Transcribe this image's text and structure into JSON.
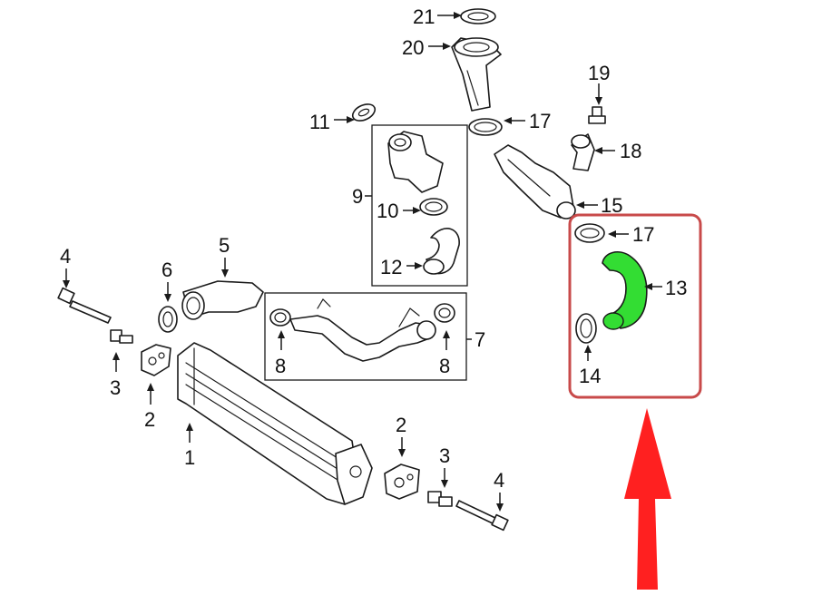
{
  "callouts": {
    "c21": "21",
    "c20": "20",
    "c19": "19",
    "c18": "18",
    "c17a": "17",
    "c17b": "17",
    "c15": "15",
    "c13": "13",
    "c14": "14",
    "c11": "11",
    "c9": "9",
    "c10": "10",
    "c12": "12",
    "c7": "7",
    "c8a": "8",
    "c8b": "8",
    "c6": "6",
    "c5": "5",
    "c4a": "4",
    "c4b": "4",
    "c3a": "3",
    "c3b": "3",
    "c2a": "2",
    "c2b": "2",
    "c1": "1"
  },
  "colors": {
    "highlight_part": "#33dd33",
    "highlight_box": "#c84a4a",
    "pointer_arrow": "#ff2020",
    "line": "#1a1a1a"
  },
  "highlighted_part": "13"
}
